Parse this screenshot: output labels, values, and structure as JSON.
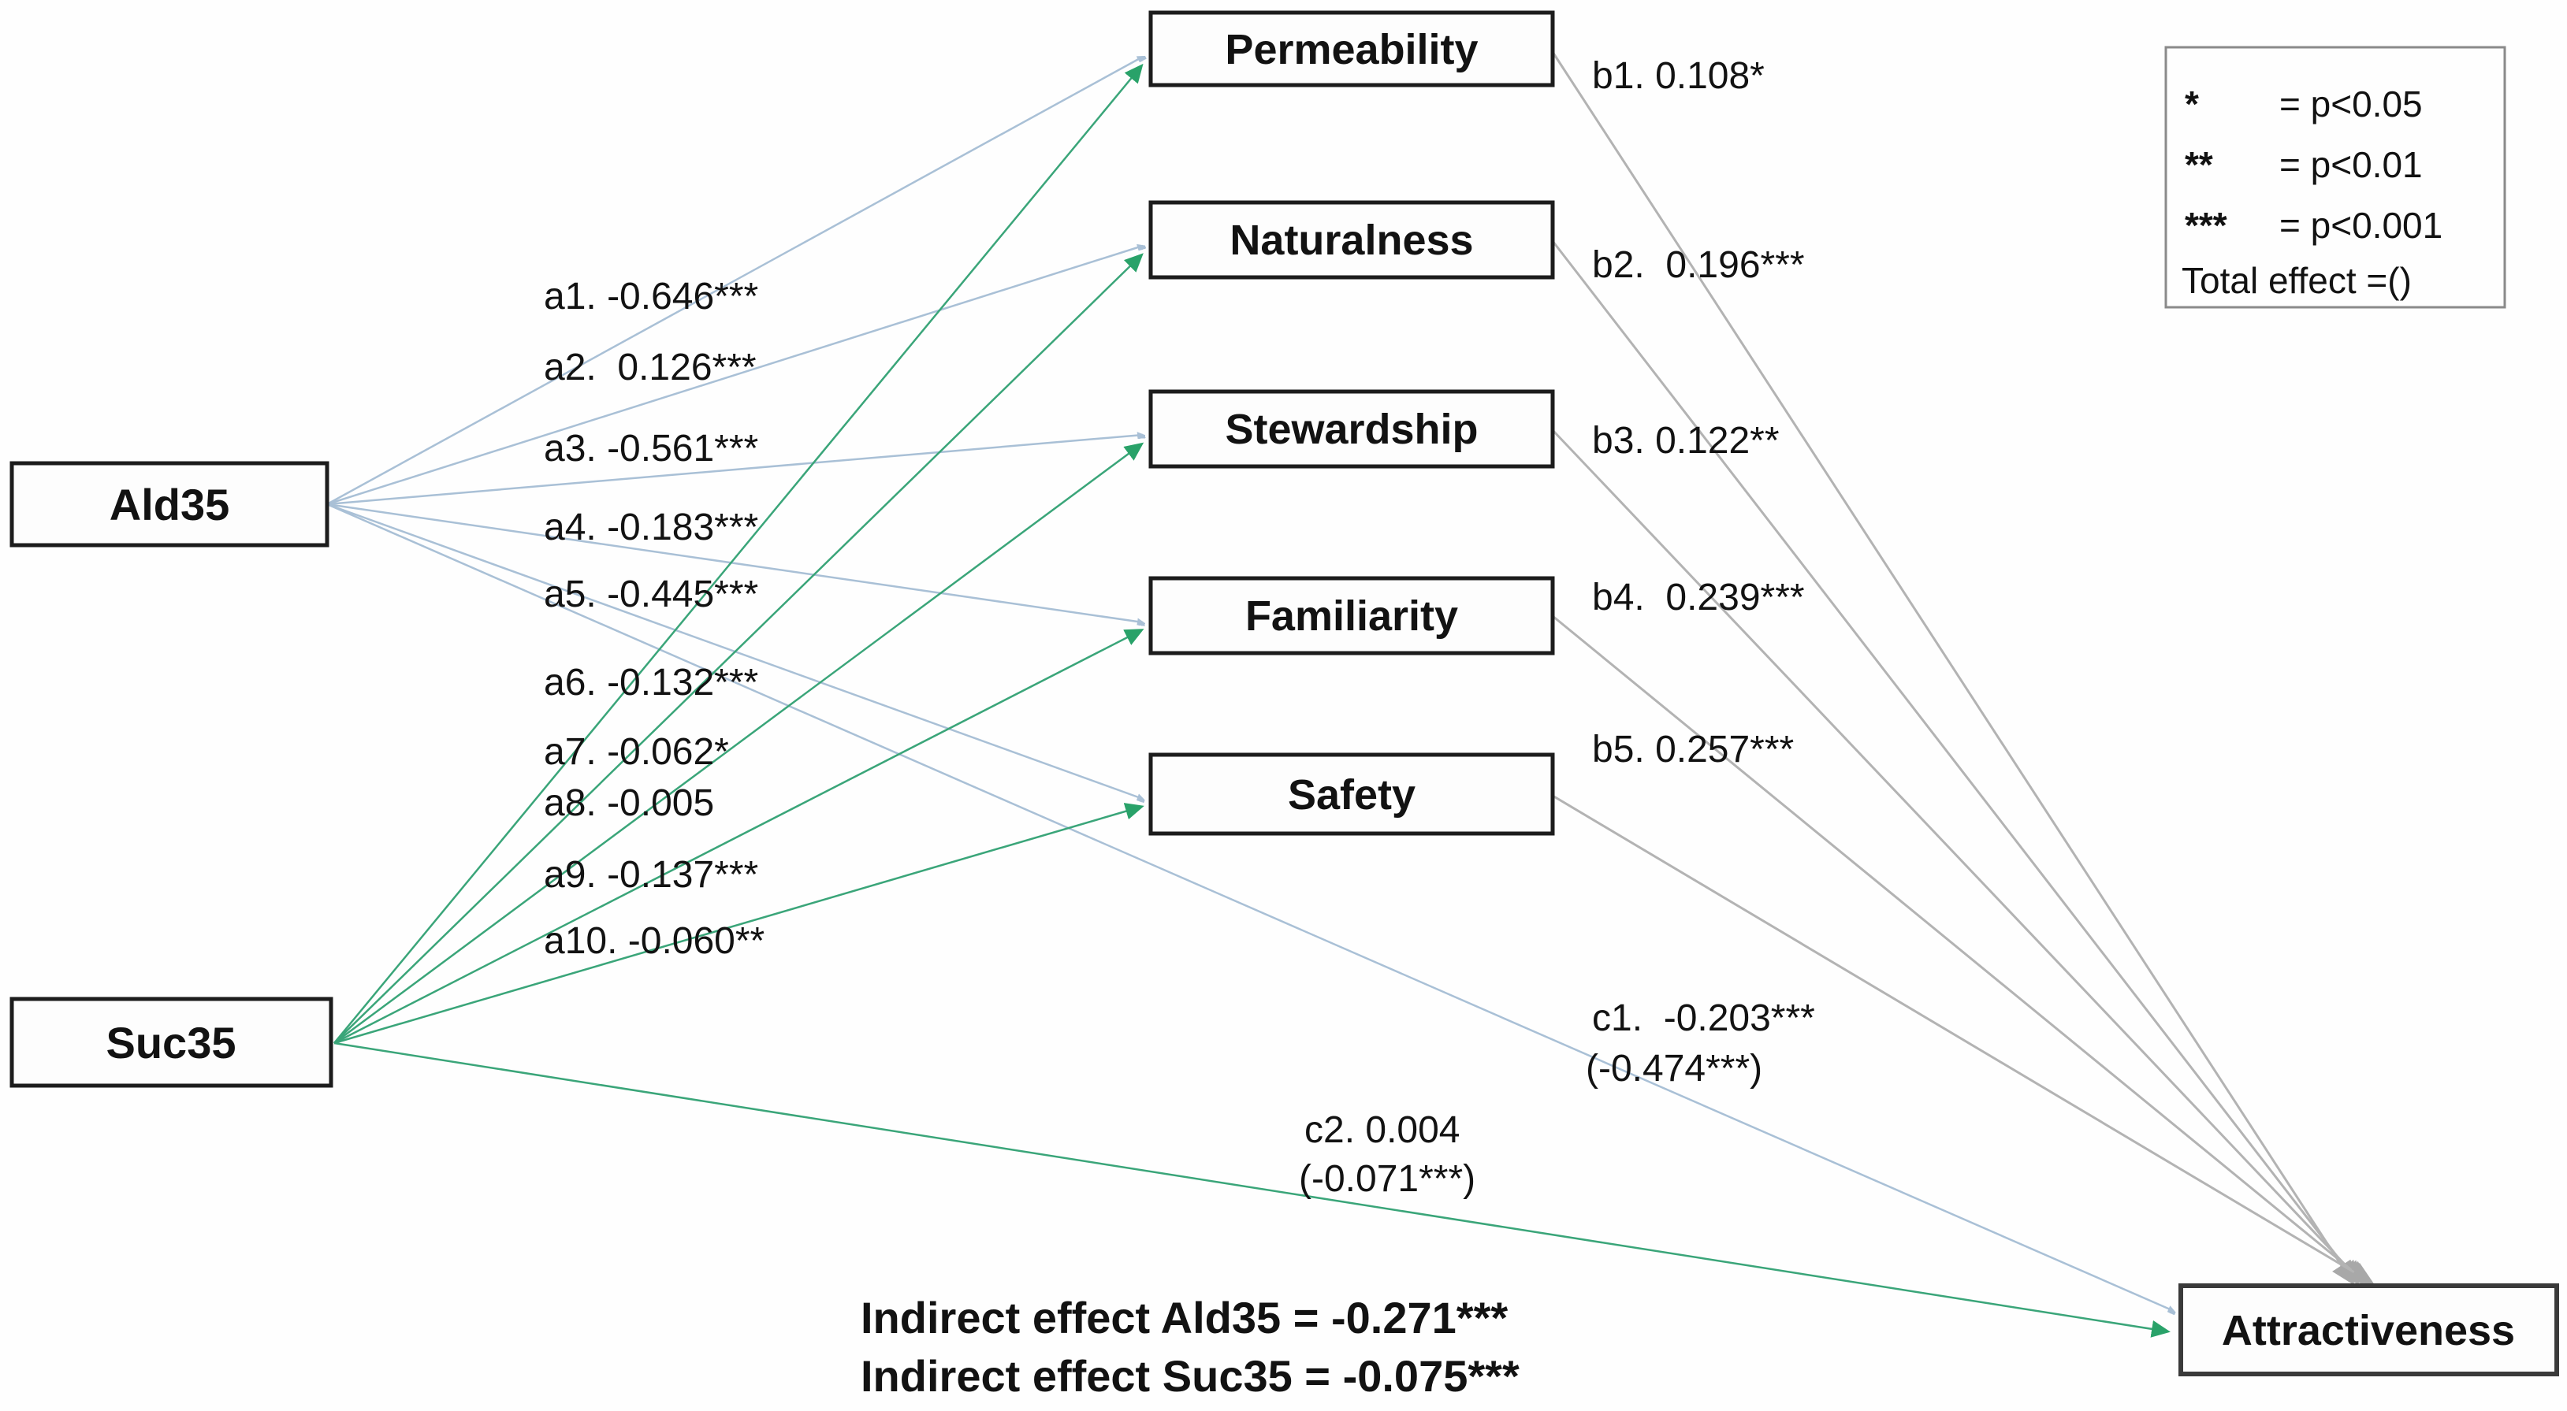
{
  "figure": {
    "type": "path-analysis-mediation-diagram",
    "background": "#ffffff",
    "predictors": [
      {
        "id": "ald35",
        "label": "Ald35"
      },
      {
        "id": "suc35",
        "label": "Suc35"
      }
    ],
    "mediators": [
      {
        "id": "permeability",
        "label": "Permeability"
      },
      {
        "id": "naturalness",
        "label": "Naturalness"
      },
      {
        "id": "stewardship",
        "label": "Stewardship"
      },
      {
        "id": "familiarity",
        "label": "Familiarity"
      },
      {
        "id": "safety",
        "label": "Safety"
      }
    ],
    "outcome": {
      "id": "attractiveness",
      "label": "Attractiveness"
    },
    "paths": {
      "a": [
        {
          "id": "a1",
          "from": "Ald35",
          "to": "Permeability",
          "label": "a1. -0.646***",
          "coefficient": -0.646,
          "significance": "***"
        },
        {
          "id": "a2",
          "from": "Ald35",
          "to": "Naturalness",
          "label": "a2.  0.126***",
          "coefficient": 0.126,
          "significance": "***"
        },
        {
          "id": "a3",
          "from": "Ald35",
          "to": "Stewardship",
          "label": "a3. -0.561***",
          "coefficient": -0.561,
          "significance": "***"
        },
        {
          "id": "a4",
          "from": "Ald35",
          "to": "Familiarity",
          "label": "a4. -0.183***",
          "coefficient": -0.183,
          "significance": "***"
        },
        {
          "id": "a5",
          "from": "Ald35",
          "to": "Safety",
          "label": "a5. -0.445***",
          "coefficient": -0.445,
          "significance": "***"
        },
        {
          "id": "a6",
          "from": "Suc35",
          "to": "Permeability",
          "label": "a6. -0.132***",
          "coefficient": -0.132,
          "significance": "***"
        },
        {
          "id": "a7",
          "from": "Suc35",
          "to": "Naturalness",
          "label": "a7. -0.062*",
          "coefficient": -0.062,
          "significance": "*"
        },
        {
          "id": "a8",
          "from": "Suc35",
          "to": "Stewardship",
          "label": "a8. -0.005",
          "coefficient": -0.005,
          "significance": ""
        },
        {
          "id": "a9",
          "from": "Suc35",
          "to": "Familiarity",
          "label": "a9. -0.137***",
          "coefficient": -0.137,
          "significance": "***"
        },
        {
          "id": "a10",
          "from": "Suc35",
          "to": "Safety",
          "label": "a10. -0.060**",
          "coefficient": -0.06,
          "significance": "**"
        }
      ],
      "b": [
        {
          "id": "b1",
          "from": "Permeability",
          "to": "Attractiveness",
          "label": "b1. 0.108*",
          "coefficient": 0.108,
          "significance": "*"
        },
        {
          "id": "b2",
          "from": "Naturalness",
          "to": "Attractiveness",
          "label": "b2.  0.196***",
          "coefficient": 0.196,
          "significance": "***"
        },
        {
          "id": "b3",
          "from": "Stewardship",
          "to": "Attractiveness",
          "label": "b3. 0.122**",
          "coefficient": 0.122,
          "significance": "**"
        },
        {
          "id": "b4",
          "from": "Familiarity",
          "to": "Attractiveness",
          "label": "b4.  0.239***",
          "coefficient": 0.239,
          "significance": "***"
        },
        {
          "id": "b5",
          "from": "Safety",
          "to": "Attractiveness",
          "label": "b5. 0.257***",
          "coefficient": 0.257,
          "significance": "***"
        }
      ],
      "c": [
        {
          "id": "c1",
          "from": "Ald35",
          "to": "Attractiveness",
          "label": "c1.  -0.203***",
          "coefficient": -0.203,
          "significance": "***",
          "total_effect_label": "(-0.474***)",
          "total_effect": -0.474
        },
        {
          "id": "c2",
          "from": "Suc35",
          "to": "Attractiveness",
          "label": "c2. 0.004",
          "coefficient": 0.004,
          "significance": "",
          "total_effect_label": "(-0.071***)",
          "total_effect": -0.071
        }
      ]
    },
    "indirect_effects": [
      {
        "id": "indirect-ald35",
        "label": "Indirect effect Ald35 = -0.271***",
        "value": -0.271,
        "significance": "***"
      },
      {
        "id": "indirect-suc35",
        "label": "Indirect effect Suc35 = -0.075***",
        "value": -0.075,
        "significance": "***"
      }
    ],
    "legend": {
      "lines": [
        {
          "symbol": "*",
          "meaning": "= p<0.05"
        },
        {
          "symbol": "**",
          "meaning": "= p<0.01"
        },
        {
          "symbol": "***",
          "meaning": "= p<0.001"
        },
        {
          "symbol": "",
          "meaning": "Total effect =()"
        }
      ]
    },
    "colors": {
      "ald35_path": "#a9c0d6",
      "suc35_path": "#3aa579",
      "mediator_outcome_path": "#b3b3b3",
      "node_border": "#1c1c1c",
      "outcome_border": "#3a3a3a",
      "legend_border": "#8a8a8a",
      "background": "#ffffff"
    }
  }
}
